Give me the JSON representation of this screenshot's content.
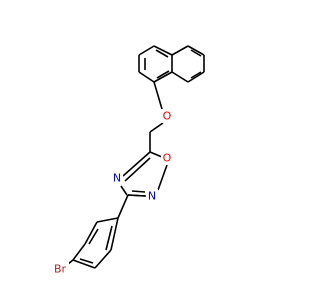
{
  "molecule": {
    "atoms": {
      "oxygen_ether": "O",
      "oxygen_ring": "O",
      "nitrogen_4": "N",
      "nitrogen_2": "N",
      "bromine": "Br"
    },
    "colors": {
      "bond": "#000000",
      "O": "#ff0000",
      "N": "#0000ff",
      "Br": "#a52a2a"
    }
  }
}
